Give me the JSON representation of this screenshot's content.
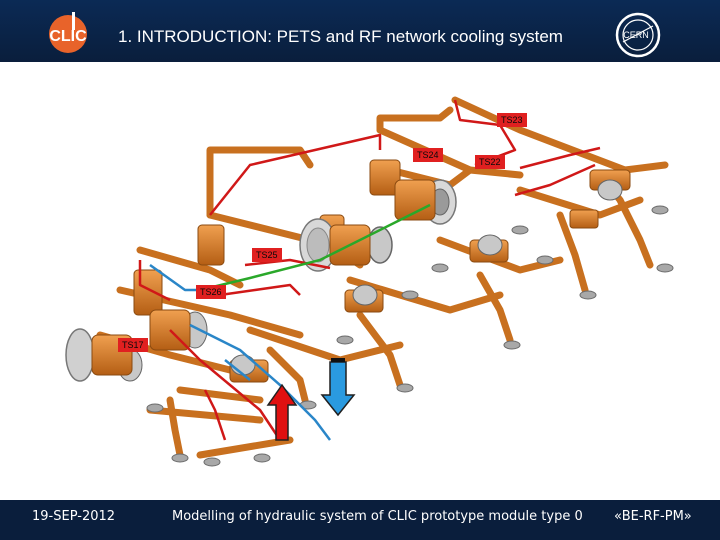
{
  "header": {
    "title": "1. INTRODUCTION: PETS and RF network cooling system",
    "clic_logo_text": "CLIC",
    "cern_logo_text": "CERN"
  },
  "labels": {
    "ts23": "TS23",
    "ts24": "TS24",
    "ts22": "TS22",
    "ts25": "TS25",
    "ts26": "TS26",
    "ts17": "TS17"
  },
  "footer": {
    "date": "19-SEP-2012",
    "subtitle": "Modelling of hydraulic system of CLIC prototype module type 0",
    "group": "«BE-RF-PM»"
  },
  "colors": {
    "header_bg": "#0b2a55",
    "copper": "#d27a28",
    "red_pipe": "#d01818",
    "blue_pipe": "#2a86c8",
    "green_pipe": "#2aa82a",
    "label_bg": "#e02020"
  }
}
